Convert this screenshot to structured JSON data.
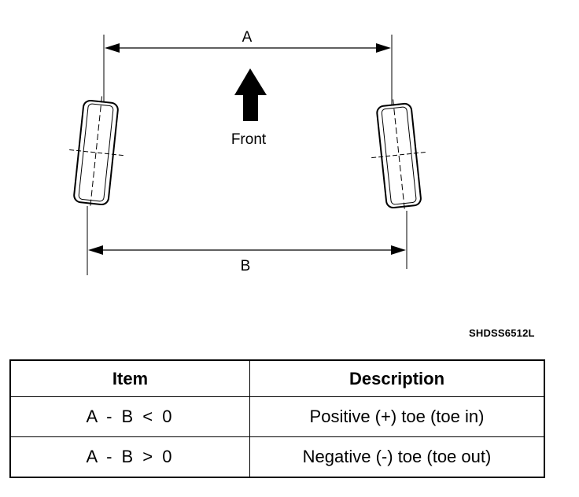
{
  "diagram": {
    "dimension_a_label": "A",
    "dimension_b_label": "B",
    "front_label": "Front",
    "figure_code": "SHDSS6512L"
  },
  "table": {
    "headers": {
      "item": "Item",
      "description": "Description"
    },
    "rows": [
      {
        "item": "A - B < 0",
        "description": "Positive (+) toe (toe in)"
      },
      {
        "item": "A - B > 0",
        "description": "Negative (-) toe (toe out)"
      }
    ]
  }
}
